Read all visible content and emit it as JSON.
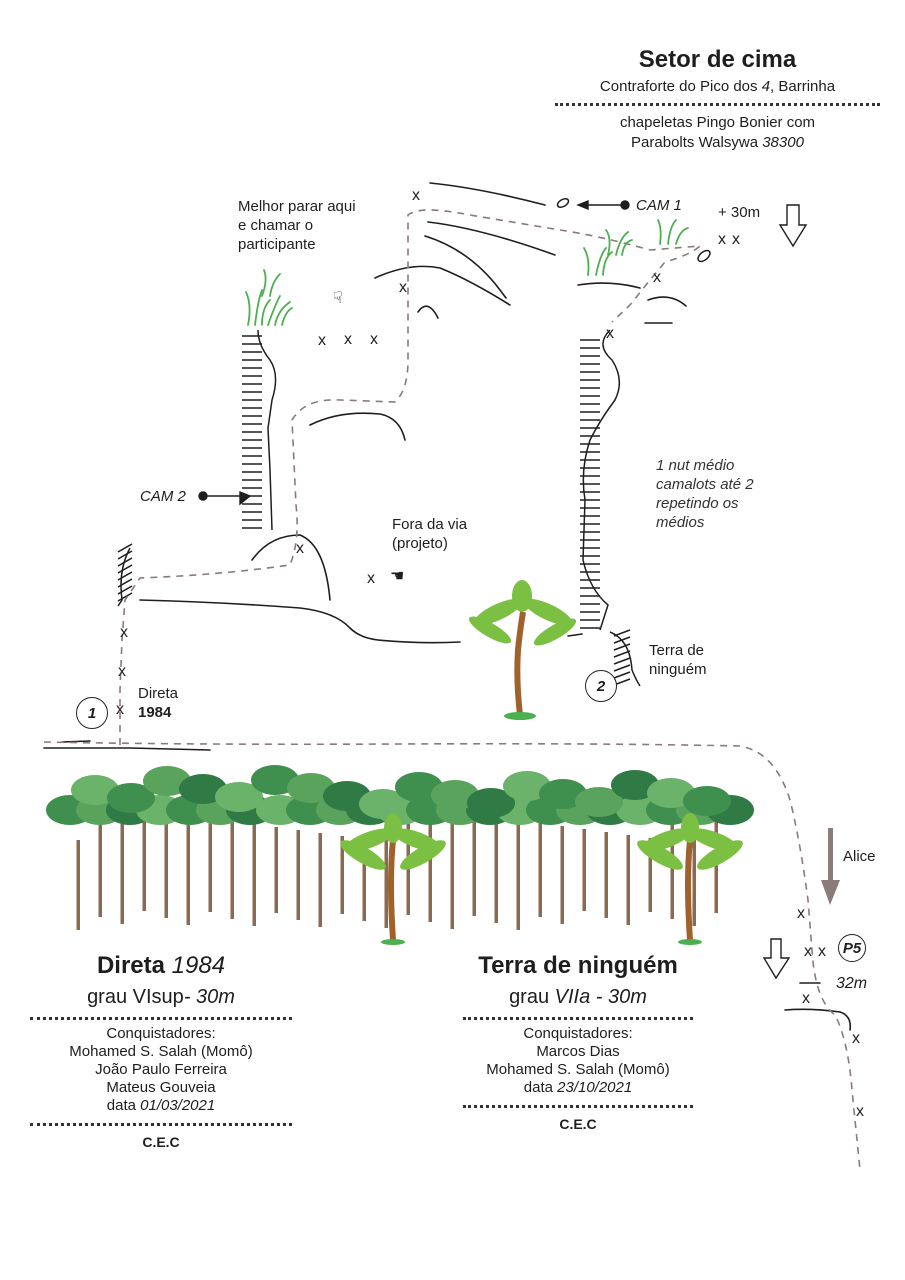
{
  "header": {
    "title": "Setor de cima",
    "subtitle_prefix": "Contraforte do Pico dos",
    "subtitle_num": "4",
    "subtitle_suffix": ", Barrinha",
    "bolts_line1": "chapeletas Pingo Bonier com",
    "bolts_line2_prefix": "Parabolts Walsywa",
    "bolts_line2_num": "38300"
  },
  "topo": {
    "cam1": "CAM 1",
    "cam2": "CAM 2",
    "plus30": "+ 30m",
    "stop_note": [
      "Melhor parar aqui",
      "e chamar o",
      "participante"
    ],
    "off_route": [
      "Fora da via",
      "(projeto)"
    ],
    "gear_note": [
      "1 nut médio",
      "camalots até 2",
      "repetindo os",
      "médios"
    ],
    "route1_num": "1",
    "route1_name": "Direta",
    "route1_year": "1984",
    "route2_num": "2",
    "route2_name": [
      "Terra de",
      "ninguém"
    ],
    "alice": "Alice",
    "p5": "P5",
    "p5_len": "32m",
    "bolt": "x"
  },
  "route_direta": {
    "name": "Direta",
    "year": "1984",
    "grade_prefix": "grau",
    "grade": "VIsup",
    "length": "- 30m",
    "first_ascent_label": "Conquistadores:",
    "climbers": [
      "Mohamed S. Salah (Momô)",
      "João Paulo Ferreira",
      "Mateus Gouveia"
    ],
    "date_label": "data",
    "date": "01/03/2021",
    "club": "C.E.C"
  },
  "route_terra": {
    "name": "Terra de ninguém",
    "grade_prefix": "grau",
    "grade": "VIIa",
    "length": "- 30m",
    "first_ascent_label": "Conquistadores:",
    "climbers": [
      "Marcos Dias",
      "Mohamed S. Salah (Momô)"
    ],
    "date_label": "data",
    "date": "23/10/2021",
    "club": "C.E.C"
  },
  "colors": {
    "ink": "#1e1e1e",
    "route_dash": "#8a7a7a",
    "grass": "#4caf50",
    "palm_leaf": "#7cc043",
    "trunk": "#a0622d",
    "tree_canopy": "#3f8f4e",
    "arrow_fill": "#8c7b7b"
  }
}
